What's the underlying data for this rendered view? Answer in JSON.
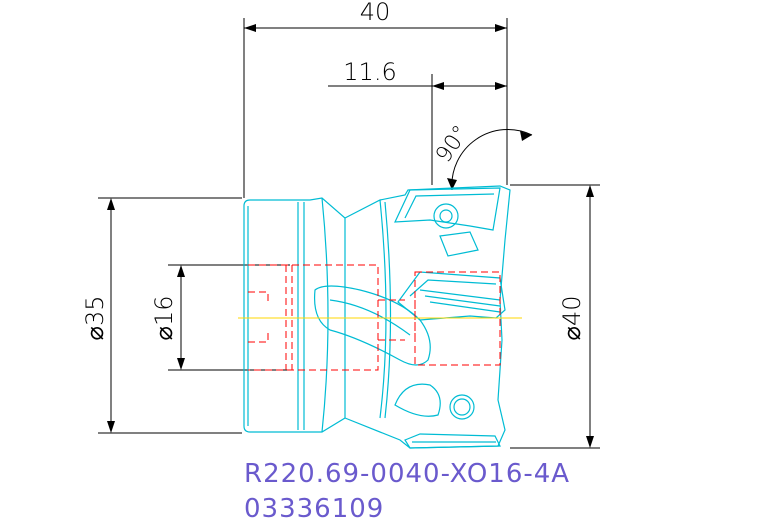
{
  "drawing": {
    "dimensions": {
      "overall_length": "40",
      "insert_offset": "11.6",
      "angle": "90°",
      "shank_diameter": "⌀35",
      "bore_diameter": "⌀16",
      "cutting_diameter": "⌀40"
    },
    "part_number": "R220.69-0040-XO16-4A",
    "order_code": "03336109",
    "colors": {
      "dimension": "#000000",
      "outline": "#00bcd4",
      "hidden_lines": "#ff0000",
      "center_line": "#ffd700",
      "text": "#6a5acd"
    }
  }
}
